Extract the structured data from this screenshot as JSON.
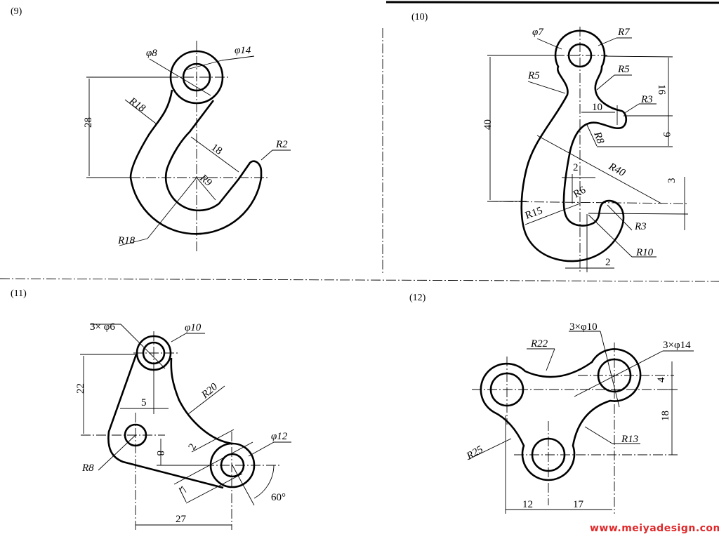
{
  "figures": {
    "fig9": {
      "label": "(9)",
      "dims": {
        "phi8": "φ8",
        "phi14": "φ14",
        "r18_top": "R18",
        "d28": "28",
        "d18": "18",
        "r2": "R2",
        "r9": "R9",
        "r18_bottom": "R18"
      }
    },
    "fig10": {
      "label": "(10)",
      "dims": {
        "phi7": "φ7",
        "r7": "R7",
        "r5_left": "R5",
        "r5_right": "R5",
        "d40": "40",
        "d16": "16",
        "d10": "10",
        "r3_top": "R3",
        "d9": "9",
        "r8": "R8",
        "r40": "R40",
        "d2_mid": "2",
        "r6": "R6",
        "d3": "3",
        "r15": "R15",
        "r3_bottom": "R3",
        "r10": "R10",
        "d2_bottom": "2"
      }
    },
    "fig11": {
      "label": "(11)",
      "dims": {
        "holes": "3× φ6",
        "phi10": "φ10",
        "d22": "22",
        "d5": "5",
        "r20": "R20",
        "d2": "2",
        "phi12": "φ12",
        "d8": "8",
        "r8": "R8",
        "d7": "7",
        "angle": "60°",
        "d27": "27"
      }
    },
    "fig12": {
      "label": "(12)",
      "dims": {
        "r22": "R22",
        "phi10": "3×φ10",
        "phi14": "3×φ14",
        "d4": "4",
        "d18": "18",
        "r13": "R13",
        "r25": "R25",
        "d12": "12",
        "d17": "17"
      }
    }
  },
  "watermark": "www.meiyadesign.com",
  "colors": {
    "line": "#000000",
    "watermark": "#e0282a"
  }
}
